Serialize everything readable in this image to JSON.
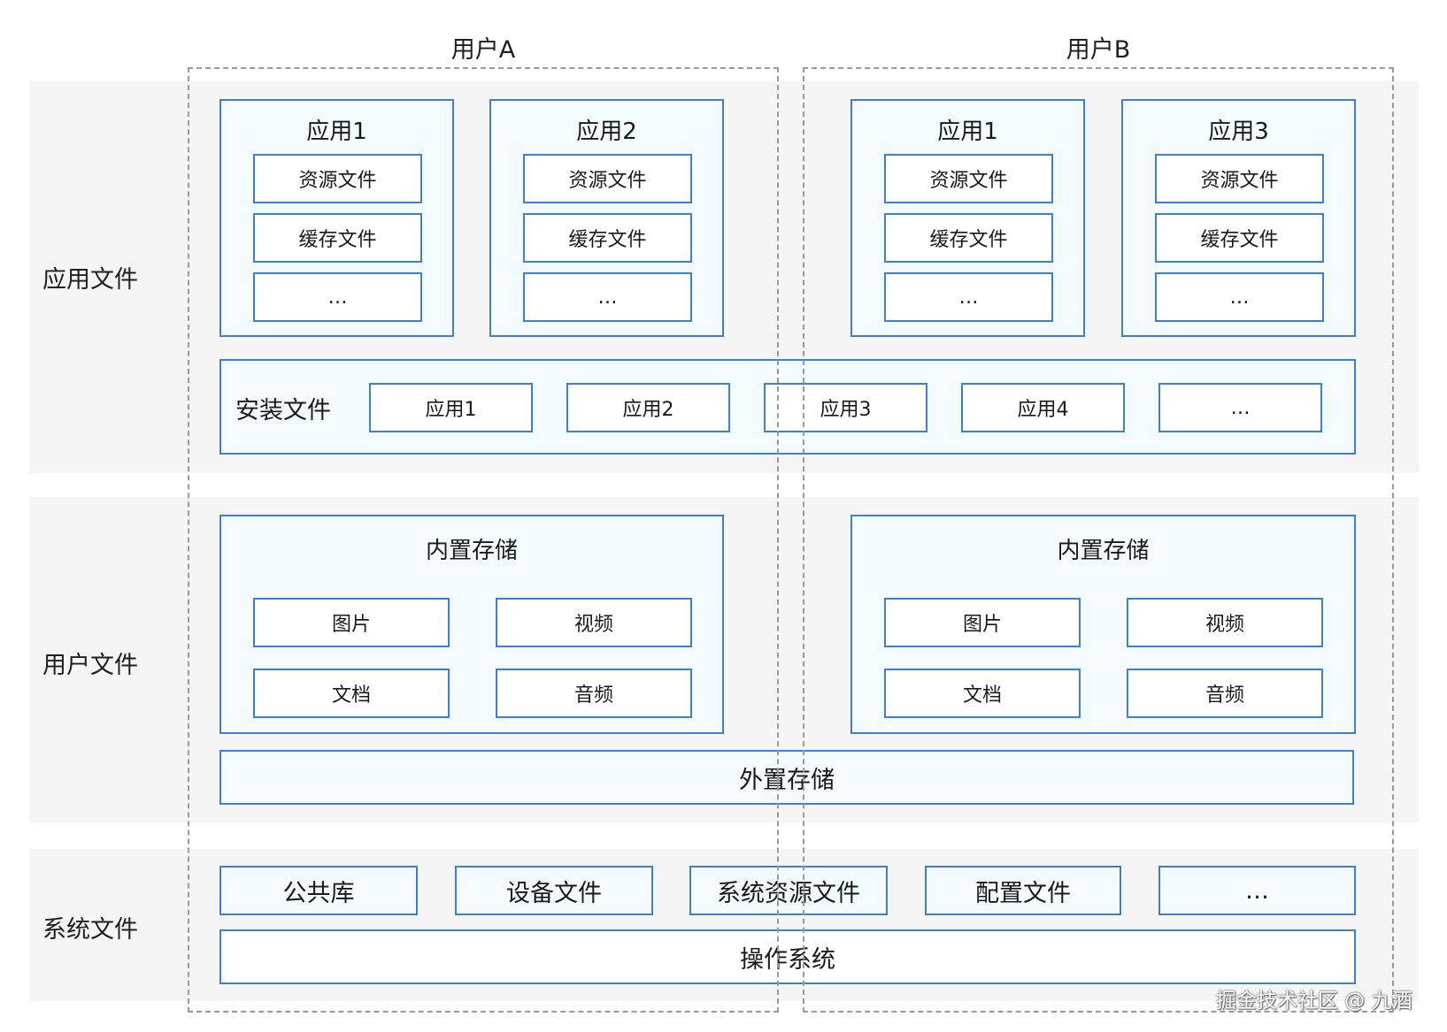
{
  "users": {
    "a": "用户A",
    "b": "用户B"
  },
  "rows": {
    "app_files": "应用文件",
    "user_files": "用户文件",
    "system_files": "系统文件"
  },
  "app_groups": [
    {
      "title": "应用1",
      "items": [
        "资源文件",
        "缓存文件",
        "…"
      ]
    },
    {
      "title": "应用2",
      "items": [
        "资源文件",
        "缓存文件",
        "…"
      ]
    },
    {
      "title": "应用1",
      "items": [
        "资源文件",
        "缓存文件",
        "…"
      ]
    },
    {
      "title": "应用3",
      "items": [
        "资源文件",
        "缓存文件",
        "…"
      ]
    }
  ],
  "install": {
    "label": "安装文件",
    "items": [
      "应用1",
      "应用2",
      "应用3",
      "应用4",
      "…"
    ]
  },
  "internal_storage": [
    {
      "title": "内置存储",
      "items": [
        "图片",
        "视频",
        "文档",
        "音频"
      ]
    },
    {
      "title": "内置存储",
      "items": [
        "图片",
        "视频",
        "文档",
        "音频"
      ]
    }
  ],
  "external_storage": "外置存储",
  "system": {
    "items": [
      "公共库",
      "设备文件",
      "系统资源文件",
      "配置文件",
      "…"
    ],
    "os": "操作系统"
  },
  "watermark": "掘金技术社区 @ 九酒",
  "colors": {
    "accent": "#3d7fd0",
    "panel_fill": "#f3fbfe",
    "band": "#f5f5f5",
    "dash": "#9a9a9a"
  }
}
